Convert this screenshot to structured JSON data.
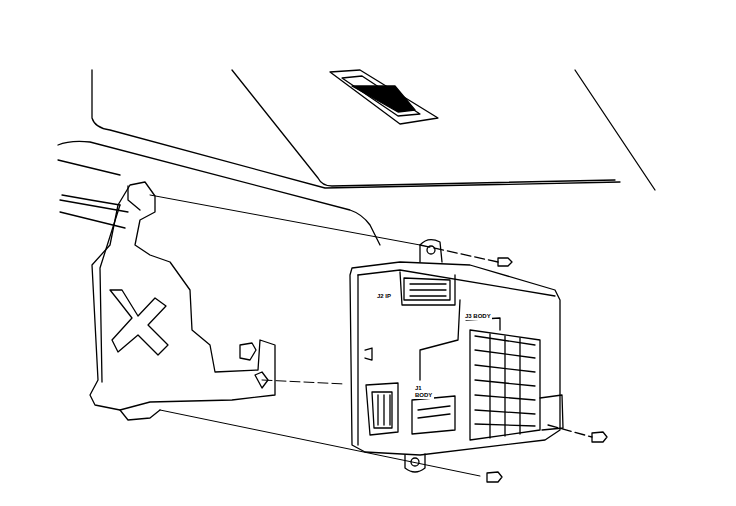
{
  "diagram": {
    "labels": [
      "J2 IP",
      "J3 BODY",
      "J1 BODY"
    ]
  }
}
